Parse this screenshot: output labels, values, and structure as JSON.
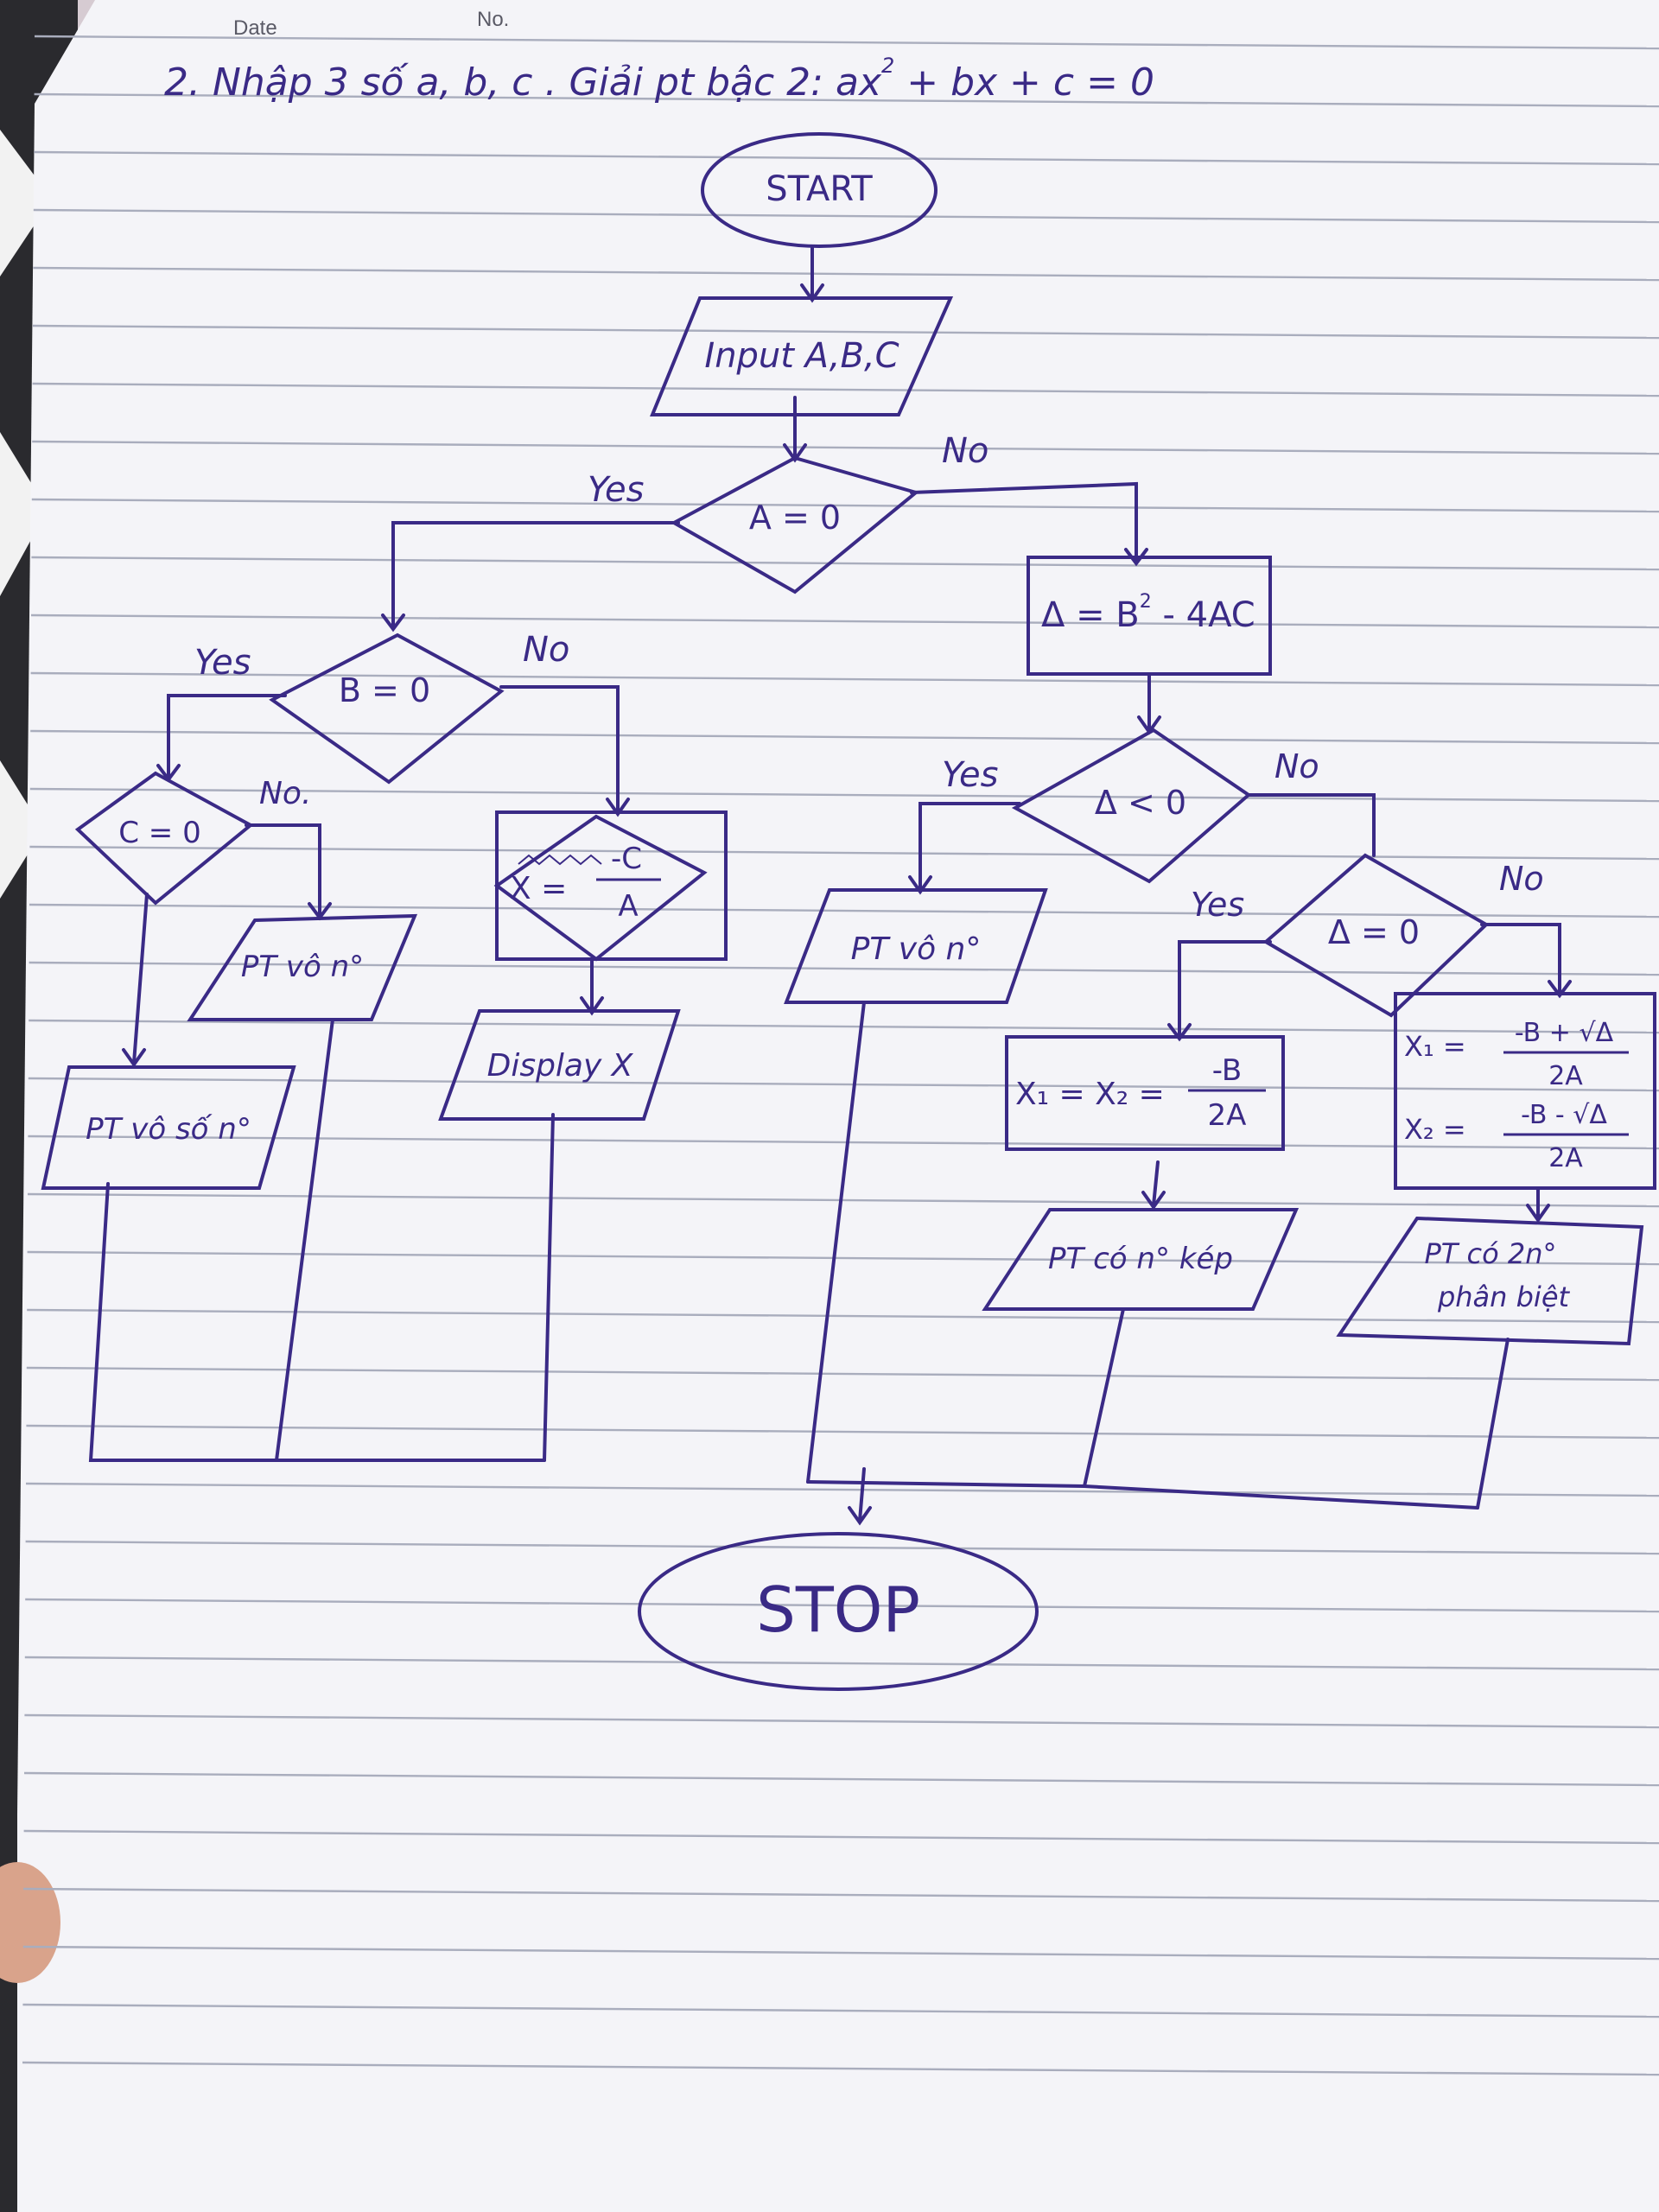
{
  "notebook_header": {
    "date_label": "Date",
    "no_label": "No."
  },
  "task_line": {
    "prefix": "2. Nhập 3 số a, b, c . Giải pt bậc 2: ax",
    "exponent": "2",
    "suffix": " + bx + c = 0"
  },
  "flowchart": {
    "start": "START",
    "input": "Input A,B,C",
    "dec_a": "A = 0",
    "dec_b": "B = 0",
    "dec_c": "C = 0",
    "dec_delta_neg": "Δ < 0",
    "dec_delta_zero": "Δ = 0",
    "delta_lhs": "Δ = B",
    "delta_exp": "2",
    "delta_rhs": " - 4AC",
    "x_lhs": "X =",
    "x_num": "-C",
    "x_den": "A",
    "display_x": "Display X",
    "pt_vo_n_left": "PT vô n°",
    "pt_vo_so_n": "PT vô số n°",
    "pt_vo_n_right": "PT vô n°",
    "x12_lhs": "X₁ = X₂ =",
    "x12_num": "-B",
    "x12_den": "2A",
    "x1_lhs": "X₁ =",
    "x1_num": "-B + √Δ",
    "x2_lhs": "X₂ =",
    "x2_num": "-B - √Δ",
    "x_den_2a": "2A",
    "pt_nkep": "PT có n° kép",
    "pt_2n_line1": "PT có 2n°",
    "pt_2n_line2": "phân biệt",
    "stop": "STOP",
    "yes": "Yes",
    "no": "No",
    "no_dot": "No."
  },
  "colors": {
    "ink": "#3a2a86",
    "paper": "#f4f4f8",
    "rule": "#a9adbd"
  }
}
